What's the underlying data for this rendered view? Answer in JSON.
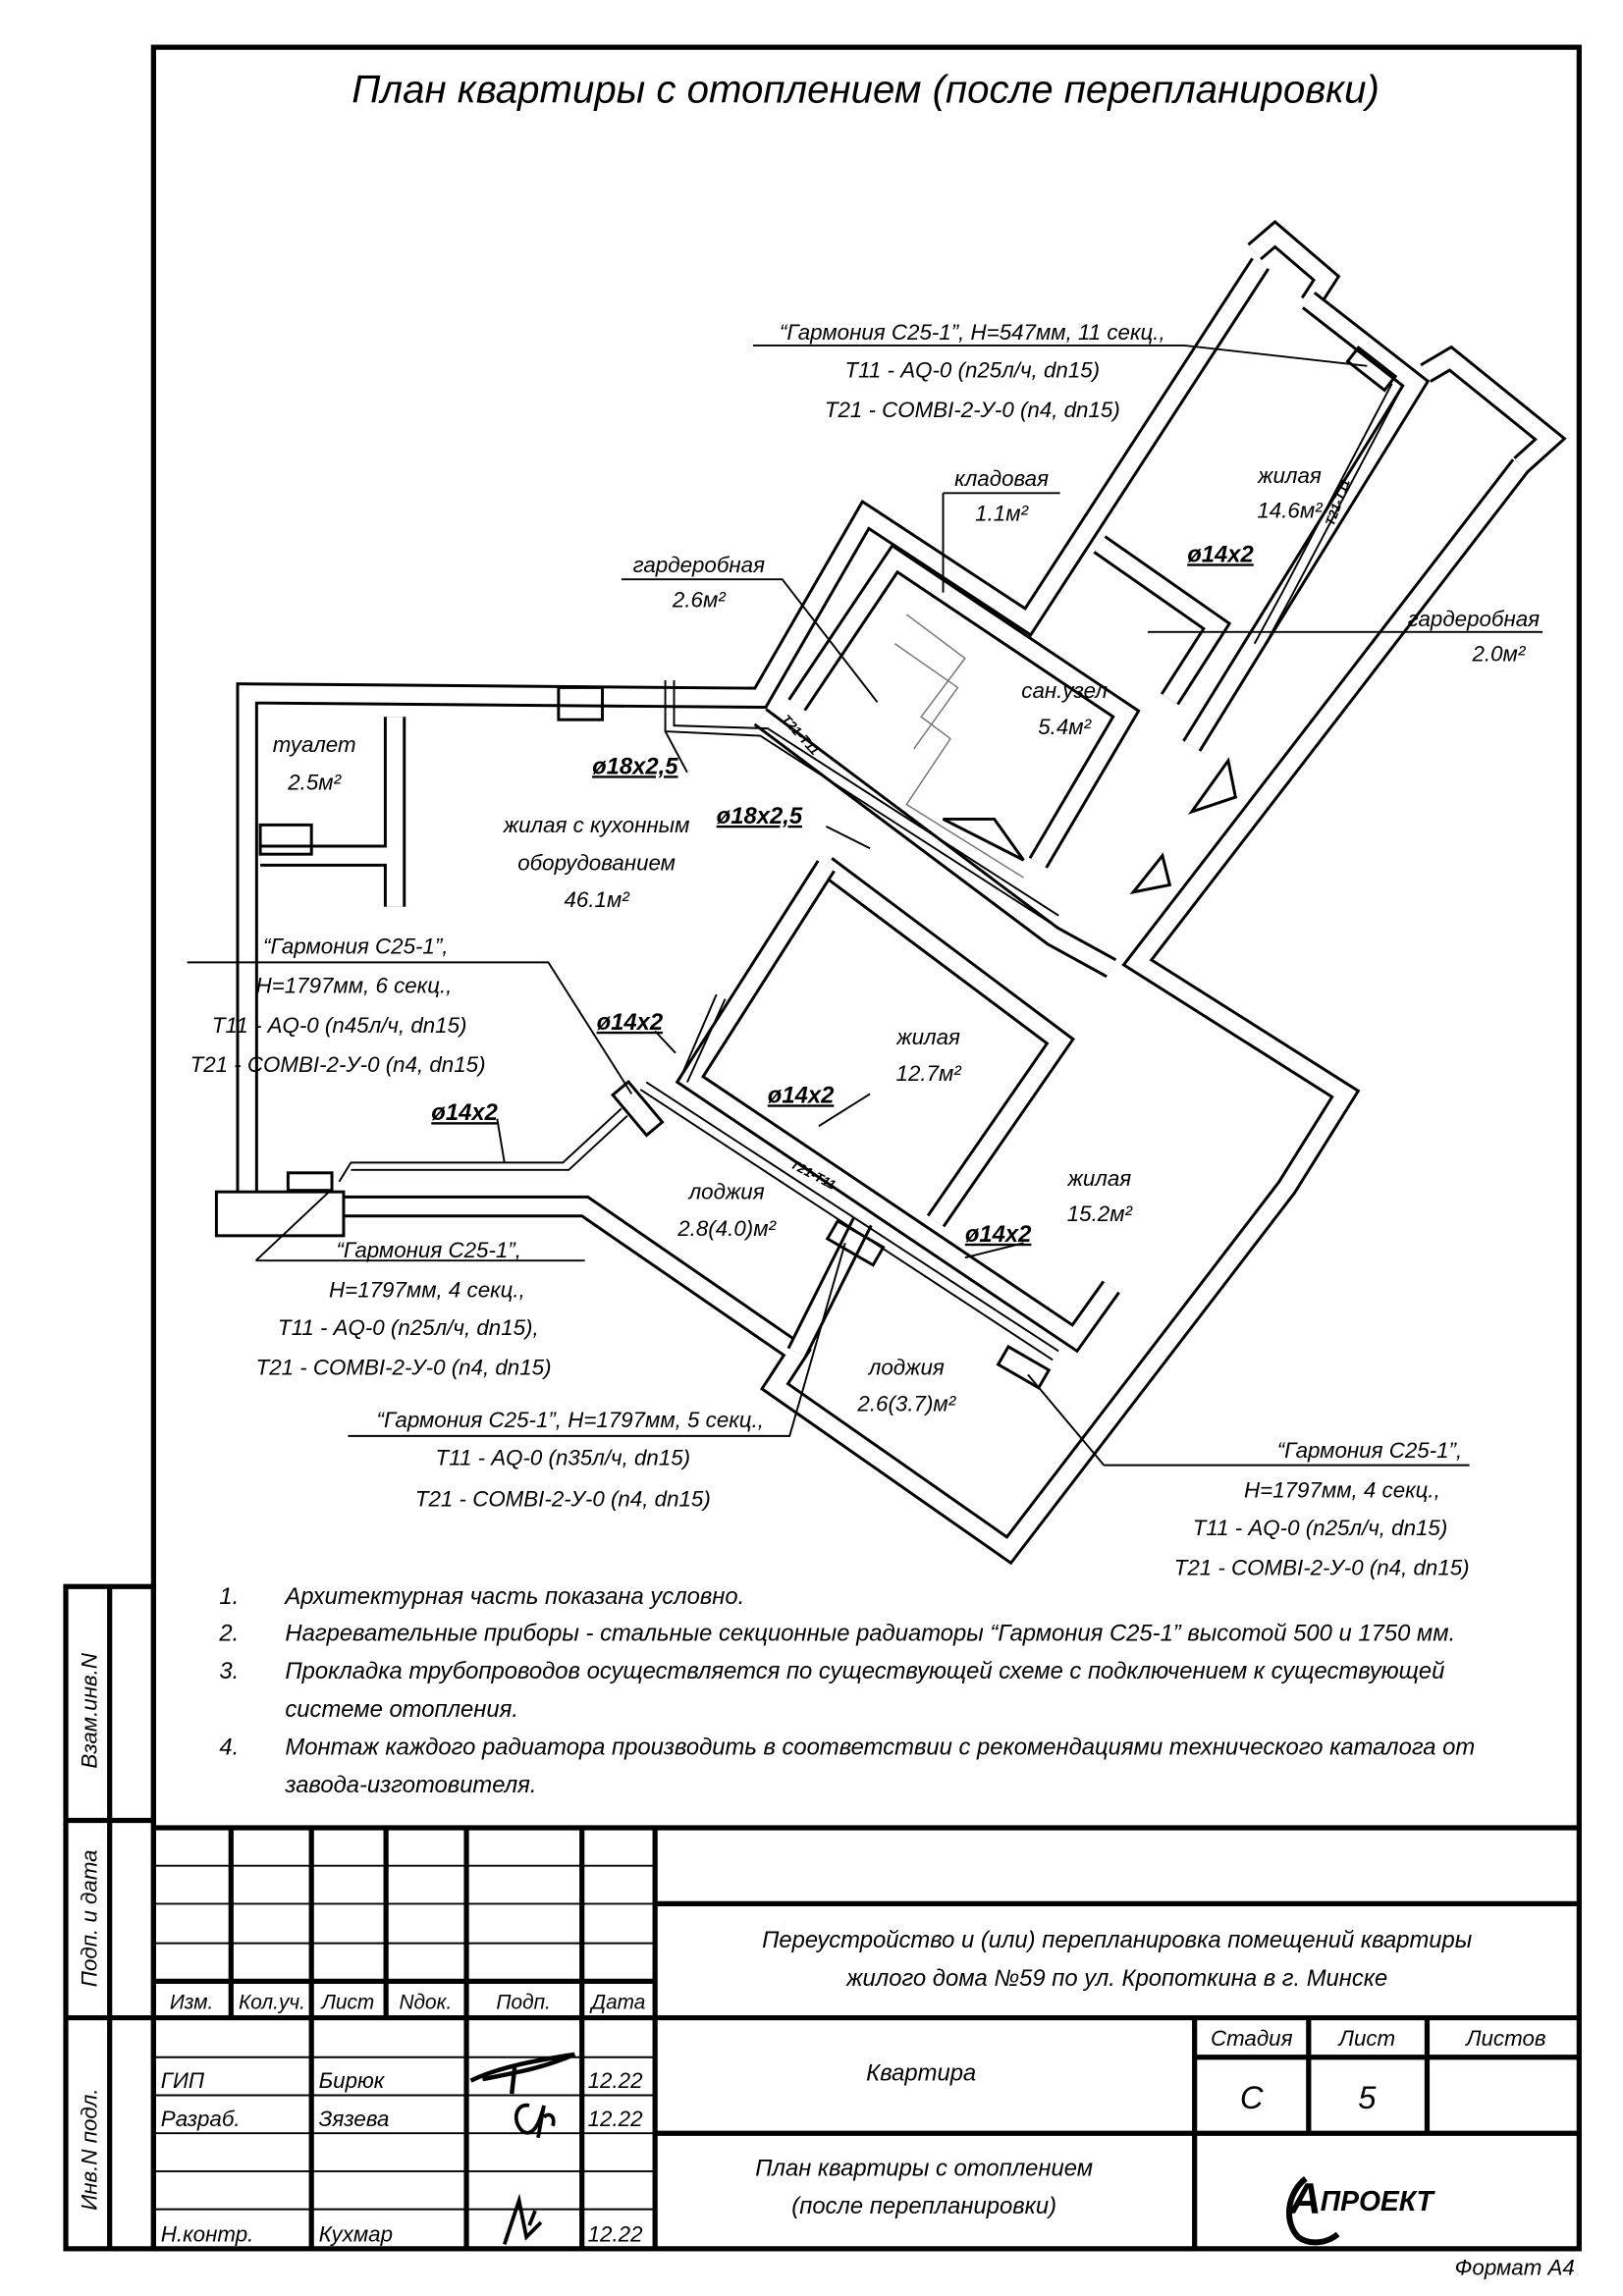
{
  "title": "План квартиры с отоплением (после перепланировки)",
  "radiators": [
    {
      "lines": [
        "“Гармония С25-1”, Н=547мм, 11 секц.,",
        "Т11 - AQ-0 (n25л/ч, dn15)",
        "Т21 - COMBI-2-У-0 (n4, dn15)"
      ]
    },
    {
      "lines": [
        "“Гармония С25-1”,",
        "Н=1797мм, 6 секц.,",
        "Т11 - AQ-0 (n45л/ч, dn15)",
        "Т21 - COMBI-2-У-0 (n4, dn15)"
      ]
    },
    {
      "lines": [
        "“Гармония С25-1”,",
        "Н=1797мм, 4 секц.,",
        "Т11 - AQ-0 (n25л/ч, dn15),",
        "Т21 - COMBI-2-У-0 (n4, dn15)"
      ]
    },
    {
      "lines": [
        "“Гармония С25-1”, Н=1797мм, 5 секц.,",
        "Т11 - AQ-0 (n35л/ч, dn15)",
        "Т21 - COMBI-2-У-0 (n4, dn15)"
      ]
    },
    {
      "lines": [
        "“Гармония С25-1”,",
        "Н=1797мм, 4 секц.,",
        "Т11 - AQ-0 (n25л/ч, dn15)",
        "Т21 - COMBI-2-У-0 (n4, dn15)"
      ]
    }
  ],
  "rooms": [
    {
      "name": "кладовая",
      "area": "1.1м²"
    },
    {
      "name": "жилая",
      "area": "14.6м²"
    },
    {
      "name": "гардеробная",
      "area": "2.6м²"
    },
    {
      "name": "гардеробная",
      "area": "2.0м²"
    },
    {
      "name": "сан.узел",
      "area": "5.4м²"
    },
    {
      "name": "туалет",
      "area": "2.5м²"
    },
    {
      "name": "жилая с кухонным",
      "name2": "оборудованием",
      "area": "46.1м²"
    },
    {
      "name": "жилая",
      "area": "12.7м²"
    },
    {
      "name": "жилая",
      "area": "15.2м²"
    },
    {
      "name": "лоджия",
      "area": "2.8(4.0)м²"
    },
    {
      "name": "лоджия",
      "area": "2.6(3.7)м²"
    }
  ],
  "pipes": [
    "ø14х2",
    "ø18х2,5",
    "ø18х2,5",
    "ø14х2",
    "ø14х2",
    "ø14х2",
    "ø14х2"
  ],
  "pipe_marks": [
    "Т21-Т11",
    "Т21-Т11",
    "Т21-Т11"
  ],
  "notes": [
    {
      "num": "1.",
      "lines": [
        "Архитектурная часть показана условно."
      ]
    },
    {
      "num": "2.",
      "lines": [
        "Нагревательные приборы - стальные секционные радиаторы “Гармония С25-1” высотой 500 и 1750 мм."
      ]
    },
    {
      "num": "3.",
      "lines": [
        "Прокладка трубопроводов осуществляется по существующей схеме с подключением к существующей",
        "системе отопления."
      ]
    },
    {
      "num": "4.",
      "lines": [
        "Монтаж каждого радиатора производить в соответствии с рекомендациями технического каталога от",
        "завода-изготовителя."
      ]
    }
  ],
  "side_strip": [
    "Взам.инв.N",
    "Подп. и дата",
    "Инв.N подл."
  ],
  "title_block": {
    "headers": [
      "Изм.",
      "Кол.уч.",
      "Лист",
      "Nдок.",
      "Подп.",
      "Дата"
    ],
    "staff": [
      {
        "role": "ГИП",
        "name": "Бирюк",
        "date": "12.22"
      },
      {
        "role": "Разраб.",
        "name": "Зязева",
        "date": "12.22"
      },
      {
        "role": "Н.контр.",
        "name": "Кухмар",
        "date": "12.22"
      }
    ],
    "project_line1": "Переустройство и (или) перепланировка помещений квартиры",
    "project_line2": "жилого дома №59 по ул. Кропоткина в г. Минске",
    "object": "Квартира",
    "stage_label": "Стадия",
    "sheet_label": "Лист",
    "sheets_label": "Листов",
    "stage": "С",
    "sheet": "5",
    "drawing_line1": "План квартиры с отоплением",
    "drawing_line2": "(после перепланировки)",
    "logo_letter": "А",
    "logo_text": "ПРОЕКТ"
  },
  "format": "Формат А4"
}
